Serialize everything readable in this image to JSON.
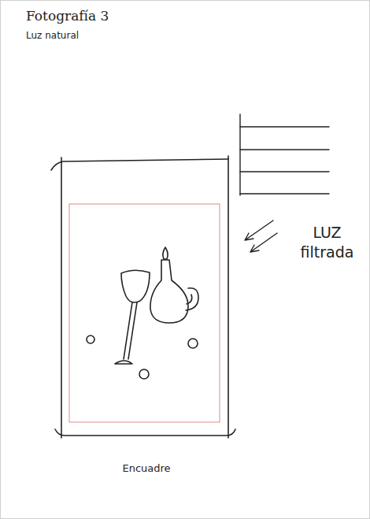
{
  "diagram": {
    "title": "Fotografía 3",
    "nodes": [
      {
        "text": [
          "Encuadre"
        ]
      }
    ],
    "labels": [
      "Luz natural",
      "LUZ filtrada"
    ]
  }
}
